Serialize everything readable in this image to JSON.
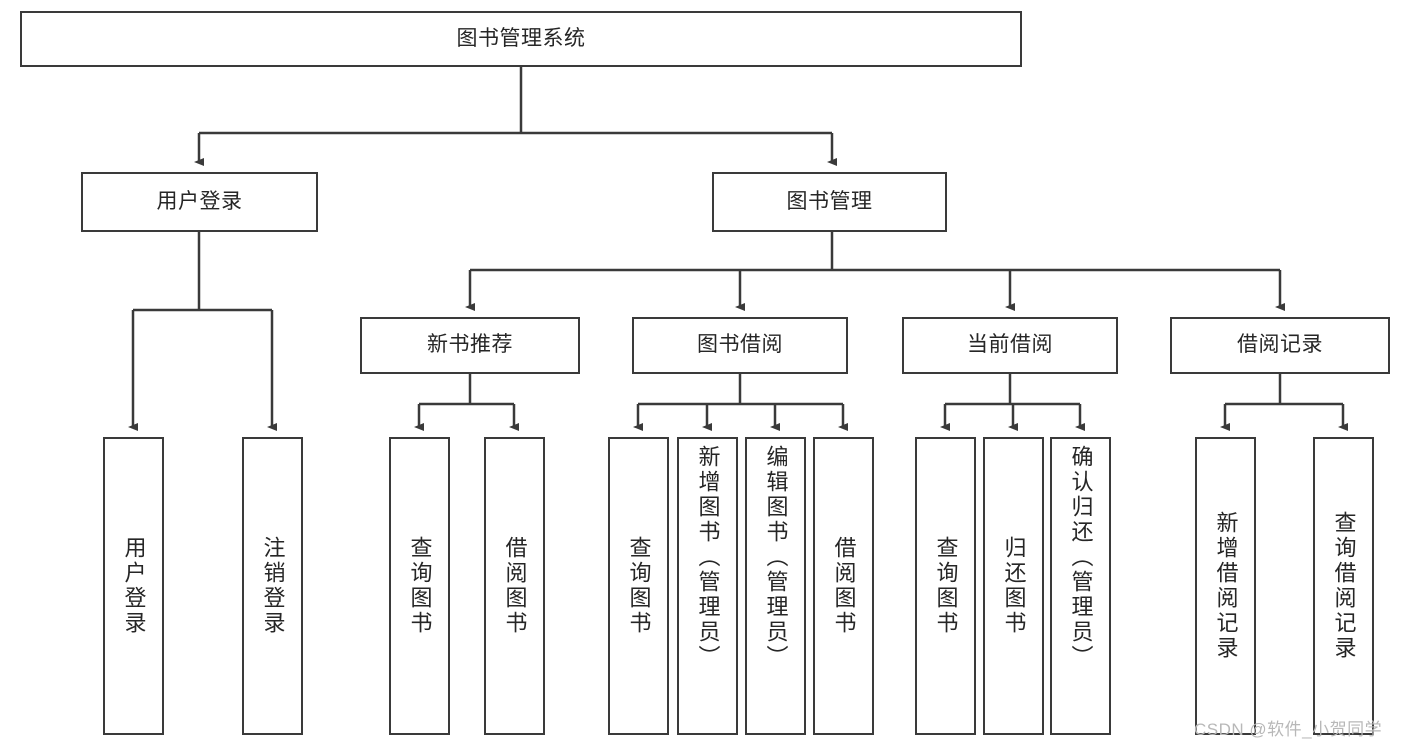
{
  "diagram": {
    "type": "tree-hierarchy",
    "title": "图书管理系统",
    "watermark": "CSDN @软件_小贺同学",
    "colors": {
      "box_border": "#3a3a3a",
      "box_fill": "#ffffff",
      "connector": "#3a3a3a",
      "text": "#262626",
      "watermark": "#b8b8b8"
    },
    "nodes": {
      "root": {
        "label": "图书管理系统"
      },
      "level2": [
        {
          "label": "用户登录"
        },
        {
          "label": "图书管理"
        }
      ],
      "level3": [
        {
          "label": "新书推荐"
        },
        {
          "label": "图书借阅"
        },
        {
          "label": "当前借阅"
        },
        {
          "label": "借阅记录"
        }
      ],
      "leaves": {
        "user_login": [
          {
            "label": "用户登录"
          },
          {
            "label": "注销登录"
          }
        ],
        "new_book": [
          {
            "label": "查询图书"
          },
          {
            "label": "借阅图书"
          }
        ],
        "borrow": [
          {
            "label": "查询图书"
          },
          {
            "label": "新增图书（管理员）"
          },
          {
            "label": "编辑图书（管理员）"
          },
          {
            "label": "借阅图书"
          }
        ],
        "current": [
          {
            "label": "查询图书"
          },
          {
            "label": "归还图书"
          },
          {
            "label": "确认归还（管理员）"
          }
        ],
        "records": [
          {
            "label": "新增借阅记录"
          },
          {
            "label": "查询借阅记录"
          }
        ]
      }
    }
  }
}
